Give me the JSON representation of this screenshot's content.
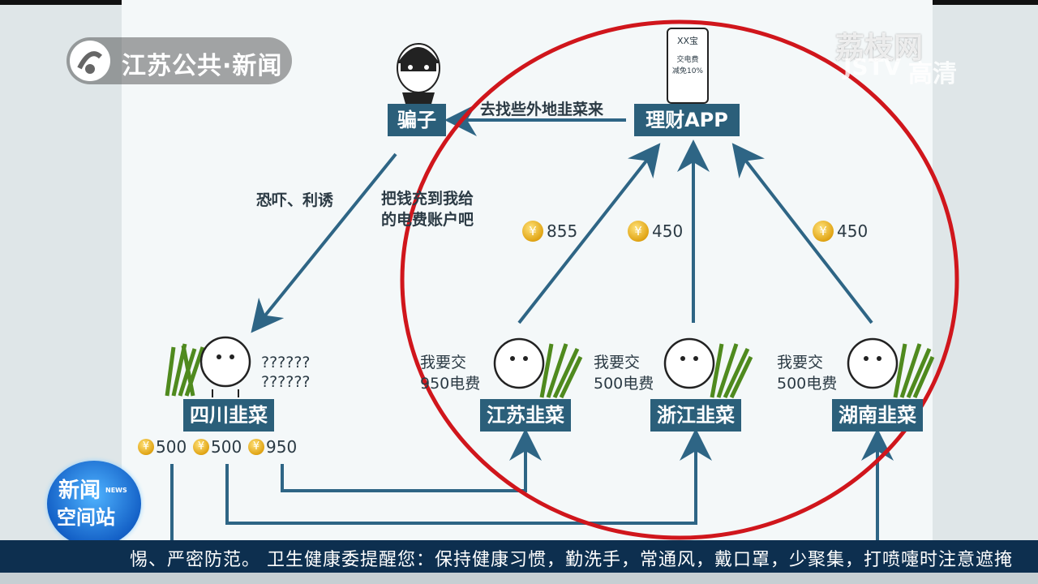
{
  "logo": {
    "text": "江苏公共·新闻"
  },
  "watermark": {
    "line1": "荔枝网",
    "line2": "JSTV",
    "hd": "高清"
  },
  "scammer": {
    "label": "骗子"
  },
  "app": {
    "label": "理财APP",
    "phone_title": "XX宝",
    "phone_line1": "交电费",
    "phone_line2": "减免10%"
  },
  "arrow_app_to_scammer": "去找些外地韭菜来",
  "threat_text": "恐吓、利诱",
  "pay_text_1": "把钱充到我给",
  "pay_text_2": "的电费账户吧",
  "sichuan": {
    "label": "四川韭菜",
    "q1": "??????",
    "q2": "??????",
    "coins": [
      "500",
      "500",
      "950"
    ]
  },
  "jiangsu": {
    "label": "江苏韭菜",
    "say1": "我要交",
    "say2": "950电费",
    "to_app": "855"
  },
  "zhejiang": {
    "label": "浙江韭菜",
    "say1": "我要交",
    "say2": "500电费",
    "to_app": "450"
  },
  "hunan": {
    "label": "湖南韭菜",
    "say1": "我要交",
    "say2": "500电费",
    "to_app": "450"
  },
  "badge": {
    "line1": "新闻",
    "line2": "空间站",
    "small": "NEWS"
  },
  "ticker": {
    "text": "惕、严密防范。    卫生健康委提醒您：保持健康习惯，勤洗手，常通风，戴口罩，少聚集，打喷嚏时注意遮掩"
  },
  "colors": {
    "box": "#2b5f7a",
    "arrow": "#2e6585",
    "circle": "#d0161c",
    "ticker_bg": "#0d2f4f"
  },
  "icons": {
    "coin": "coin-icon",
    "scammer": "masked-thief-icon",
    "person": "cartoon-person-icon",
    "leek": "leek-icon",
    "phone": "phone-icon"
  }
}
